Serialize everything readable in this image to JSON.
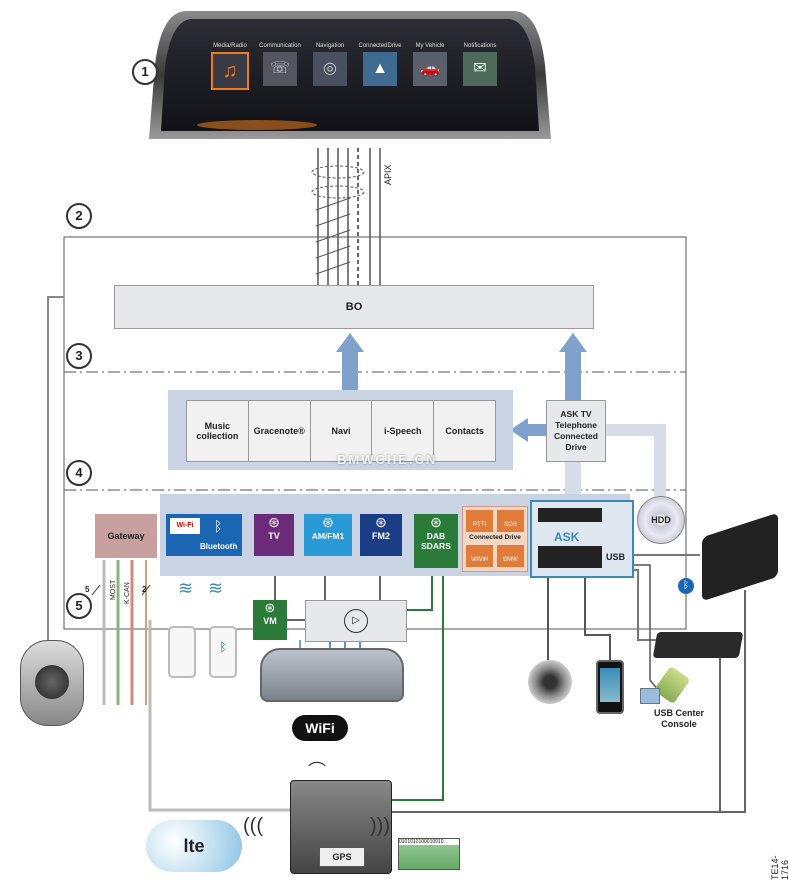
{
  "display": {
    "menu": [
      "Media/Radio",
      "Communication",
      "Navigation",
      "ConnectedDrive",
      "My Vehicle",
      "Notifications"
    ]
  },
  "labels": {
    "apix": "APIX",
    "bo": "BO",
    "music_collection": "Music collection",
    "gracenote": "Gracenote®",
    "navi": "Navi",
    "ispeech": "i-Speech",
    "contacts": "Contacts",
    "ask_box": "ASK TV Telephone Connected Drive",
    "hdd": "HDD",
    "gateway": "Gateway",
    "bluetooth": "Bluetooth",
    "tv": "TV",
    "amfm1": "AM/FM1",
    "fm2": "FM2",
    "dab": "DAB SDARS",
    "connected_drive": "Connected Drive",
    "rtti": "RTTI",
    "sos": "SOS",
    "www": "WWW",
    "bmw": "BMW",
    "ask": "ASK",
    "usb": "USB",
    "vm": "VM",
    "most": "MOST",
    "kcan": "K-CAN",
    "usb_center": "USB Center Console",
    "gps": "GPS",
    "lte": "lte",
    "wifi": "WiFi",
    "doc_id": "TE14-1716",
    "binary": "0101010100010010",
    "watermark_en": "BMWCHE.CN"
  },
  "callouts": [
    "1",
    "2",
    "3",
    "4",
    "5"
  ],
  "line_marks": {
    "a": "5",
    "b": "2"
  },
  "colors": {
    "gateway_fill": "#c9a0a0",
    "bt_blue": "#1b66b3",
    "tv_purple": "#6c2a7a",
    "am_blue": "#2a9ad6",
    "fm2_navy": "#1a3e86",
    "dab_green": "#2a7a3a",
    "orange": "#e07b39",
    "frame": "#555555"
  }
}
